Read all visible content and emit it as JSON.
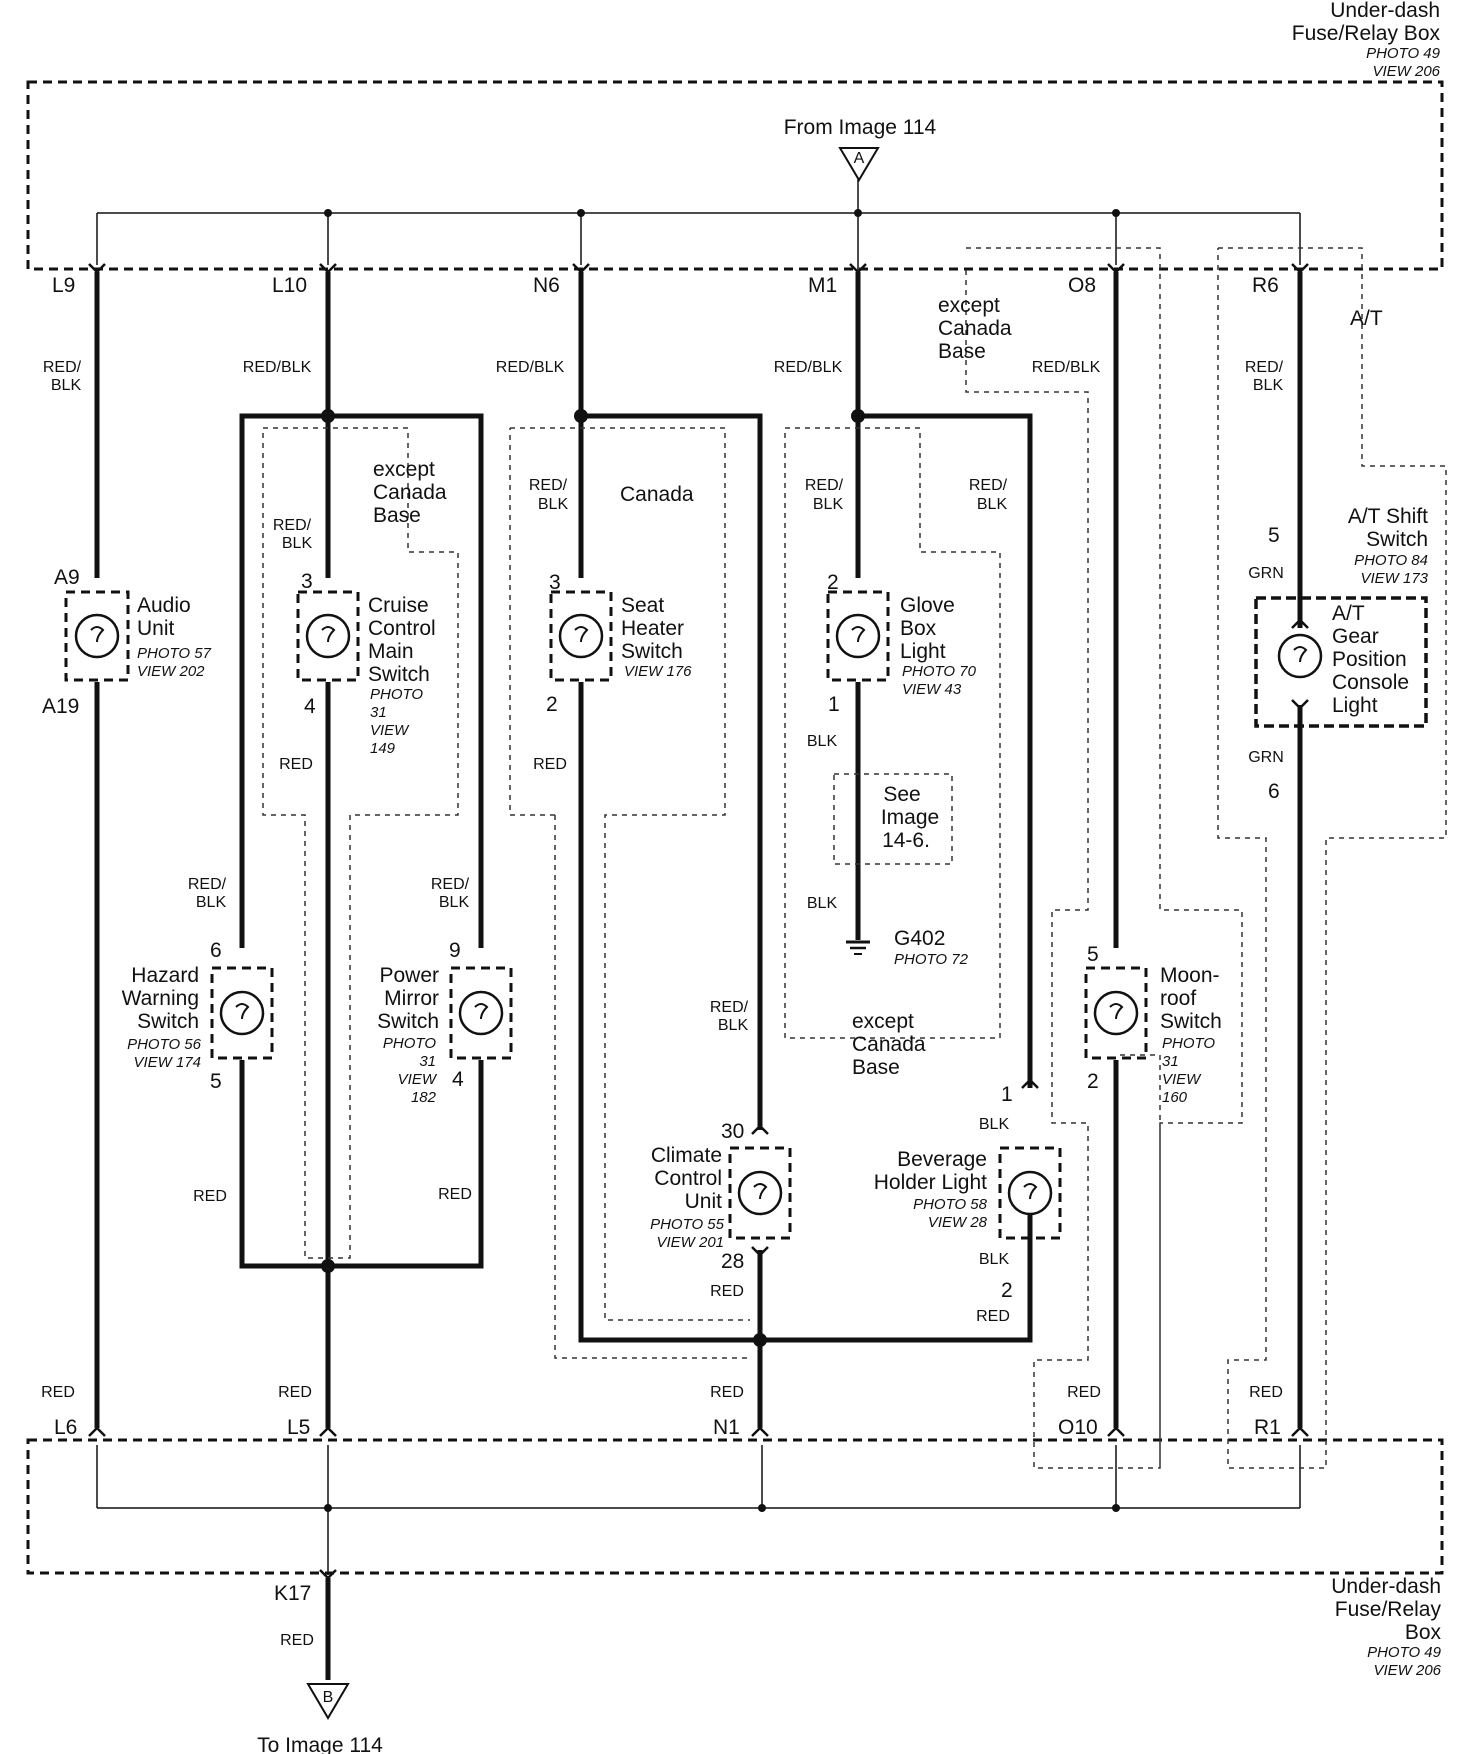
{
  "top_box": {
    "l1": "Under-dash",
    "l2": "Fuse/Relay Box",
    "photo": "PHOTO 49",
    "view": "VIEW 206"
  },
  "bottom_box": {
    "l1": "Under-dash",
    "l2": "Fuse/Relay",
    "l3": "Box",
    "photo": "PHOTO 49",
    "view": "VIEW 206"
  },
  "from_ref": {
    "text": "From Image 114",
    "letter": "A"
  },
  "to_ref": {
    "text": "To Image 114",
    "letter": "B"
  },
  "terminals": {
    "L9": "L9",
    "L10": "L10",
    "N6": "N6",
    "M1": "M1",
    "O8": "O8",
    "R6": "R6",
    "L6": "L6",
    "L5": "L5",
    "N1": "N1",
    "O10": "O10",
    "R1": "R1",
    "K17": "K17"
  },
  "wire_colors": {
    "red_blk": "RED/BLK",
    "red_blk_a": "RED/",
    "red_blk_b": "BLK",
    "red_blk_cut": "RED/BLK",
    "red": "RED",
    "blk": "BLK",
    "grn": "GRN"
  },
  "notes": {
    "except": "except",
    "canada": "Canada",
    "base": "Base",
    "at": "A/T"
  },
  "pins": {
    "A9": "A9",
    "A19": "A19",
    "p1": "1",
    "p2": "2",
    "p3": "3",
    "p4": "4",
    "p5": "5",
    "p6": "6",
    "p9": "9",
    "p28": "28",
    "p30": "30"
  },
  "components": {
    "audio": {
      "l1": "Audio",
      "l2": "Unit",
      "photo": "PHOTO 57",
      "view": "VIEW 202"
    },
    "cruise": {
      "l1": "Cruise",
      "l2": "Control",
      "l3": "Main",
      "l4": "Switch",
      "photo": "PHOTO",
      "photo_n": "31",
      "view": "VIEW",
      "view_n": "149"
    },
    "seat": {
      "l1": "Seat",
      "l2": "Heater",
      "l3": "Switch",
      "view": "VIEW 176"
    },
    "glove": {
      "l1": "Glove",
      "l2": "Box",
      "l3": "Light",
      "photo": "PHOTO 70",
      "view": "VIEW 43"
    },
    "atshift": {
      "l1": "A/T Shift",
      "l2": "Switch",
      "photo": "PHOTO 84",
      "view": "VIEW 173"
    },
    "atgear": {
      "l1": "A/T",
      "l2": "Gear",
      "l3": "Position",
      "l4": "Console",
      "l5": "Light"
    },
    "hazard": {
      "l1": "Hazard",
      "l2": "Warning",
      "l3": "Switch",
      "photo": "PHOTO 56",
      "view": "VIEW 174"
    },
    "mirror": {
      "l1": "Power",
      "l2": "Mirror",
      "l3": "Switch",
      "photo": "PHOTO",
      "photo_n": "31",
      "view": "VIEW",
      "view_n": "182"
    },
    "see": {
      "l1": "See",
      "l2": "Image",
      "l3": "14-6."
    },
    "ground": {
      "name": "G402",
      "photo": "PHOTO 72"
    },
    "moonroof": {
      "l1": "Moon-",
      "l2": "roof",
      "l3": "Switch",
      "photo": "PHOTO",
      "photo_n": "31",
      "view": "VIEW",
      "view_n": "160"
    },
    "climate": {
      "l1": "Climate",
      "l2": "Control",
      "l3": "Unit",
      "photo": "PHOTO 55",
      "view": "VIEW 201"
    },
    "beverage": {
      "l1": "Beverage",
      "l2": "Holder Light",
      "photo": "PHOTO 58",
      "view": "VIEW 28"
    }
  }
}
